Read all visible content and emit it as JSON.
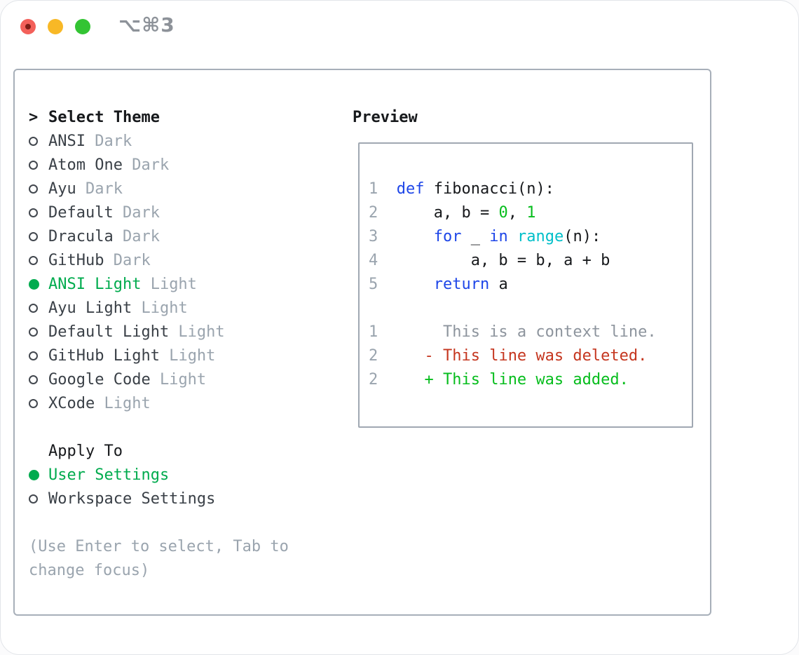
{
  "window": {
    "shortcut_label": "⌥⌘3"
  },
  "theme_selector": {
    "prompt_marker": ">",
    "title": "Select Theme",
    "items": [
      {
        "name": "ANSI",
        "variant": "Dark",
        "selected": false
      },
      {
        "name": "Atom One",
        "variant": "Dark",
        "selected": false
      },
      {
        "name": "Ayu",
        "variant": "Dark",
        "selected": false
      },
      {
        "name": "Default",
        "variant": "Dark",
        "selected": false
      },
      {
        "name": "Dracula",
        "variant": "Dark",
        "selected": false
      },
      {
        "name": "GitHub",
        "variant": "Dark",
        "selected": false
      },
      {
        "name": "ANSI Light",
        "variant": "Light",
        "selected": true
      },
      {
        "name": "Ayu Light",
        "variant": "Light",
        "selected": false
      },
      {
        "name": "Default Light",
        "variant": "Light",
        "selected": false
      },
      {
        "name": "GitHub Light",
        "variant": "Light",
        "selected": false
      },
      {
        "name": "Google Code",
        "variant": "Light",
        "selected": false
      },
      {
        "name": "XCode",
        "variant": "Light",
        "selected": false
      }
    ]
  },
  "apply_to": {
    "title": "Apply To",
    "options": [
      {
        "label": "User Settings",
        "selected": true
      },
      {
        "label": "Workspace Settings",
        "selected": false
      }
    ]
  },
  "help_text": "(Use Enter to select, Tab to change focus)",
  "preview": {
    "title": "Preview",
    "lines": [
      {
        "num": "1",
        "segments": [
          {
            "text": "  ",
            "style": "plain"
          },
          {
            "text": "def",
            "style": "keyword"
          },
          {
            "text": " fibonacci(n):",
            "style": "plain"
          }
        ]
      },
      {
        "num": "2",
        "segments": [
          {
            "text": "      a, b = ",
            "style": "plain"
          },
          {
            "text": "0",
            "style": "number"
          },
          {
            "text": ", ",
            "style": "plain"
          },
          {
            "text": "1",
            "style": "number"
          }
        ]
      },
      {
        "num": "3",
        "segments": [
          {
            "text": "      ",
            "style": "plain"
          },
          {
            "text": "for",
            "style": "keyword"
          },
          {
            "text": " _ ",
            "style": "plain"
          },
          {
            "text": "in",
            "style": "keyword"
          },
          {
            "text": " ",
            "style": "plain"
          },
          {
            "text": "range",
            "style": "builtin"
          },
          {
            "text": "(n):",
            "style": "plain"
          }
        ]
      },
      {
        "num": "4",
        "segments": [
          {
            "text": "          a, b = b, a + b",
            "style": "plain"
          }
        ]
      },
      {
        "num": "5",
        "segments": [
          {
            "text": "      ",
            "style": "plain"
          },
          {
            "text": "return",
            "style": "keyword"
          },
          {
            "text": " a",
            "style": "plain"
          }
        ]
      },
      {
        "num": "",
        "segments": []
      },
      {
        "num": "1",
        "segments": [
          {
            "text": "       This is a context line.",
            "style": "context"
          }
        ]
      },
      {
        "num": "2",
        "segments": [
          {
            "text": "     ",
            "style": "plain"
          },
          {
            "text": "- This line was deleted.",
            "style": "deleted"
          }
        ]
      },
      {
        "num": "2",
        "segments": [
          {
            "text": "     ",
            "style": "plain"
          },
          {
            "text": "+ This line was added.",
            "style": "added"
          }
        ]
      }
    ]
  },
  "colors": {
    "accent_green": "#00ab4e",
    "keyword_blue": "#1e46e8",
    "builtin_cyan": "#00bfc9",
    "number_green": "#06bd1d",
    "added_green": "#06bd1d",
    "deleted_red": "#c5361f",
    "context_gray": "#8d949d",
    "muted_gray": "#9aa4ae",
    "text_dark": "#3a4047",
    "heading_black": "#17191c",
    "panel_border": "#a7afb9",
    "traffic_red": "#f3605a",
    "traffic_yellow": "#f8b826",
    "traffic_green": "#33c433"
  }
}
